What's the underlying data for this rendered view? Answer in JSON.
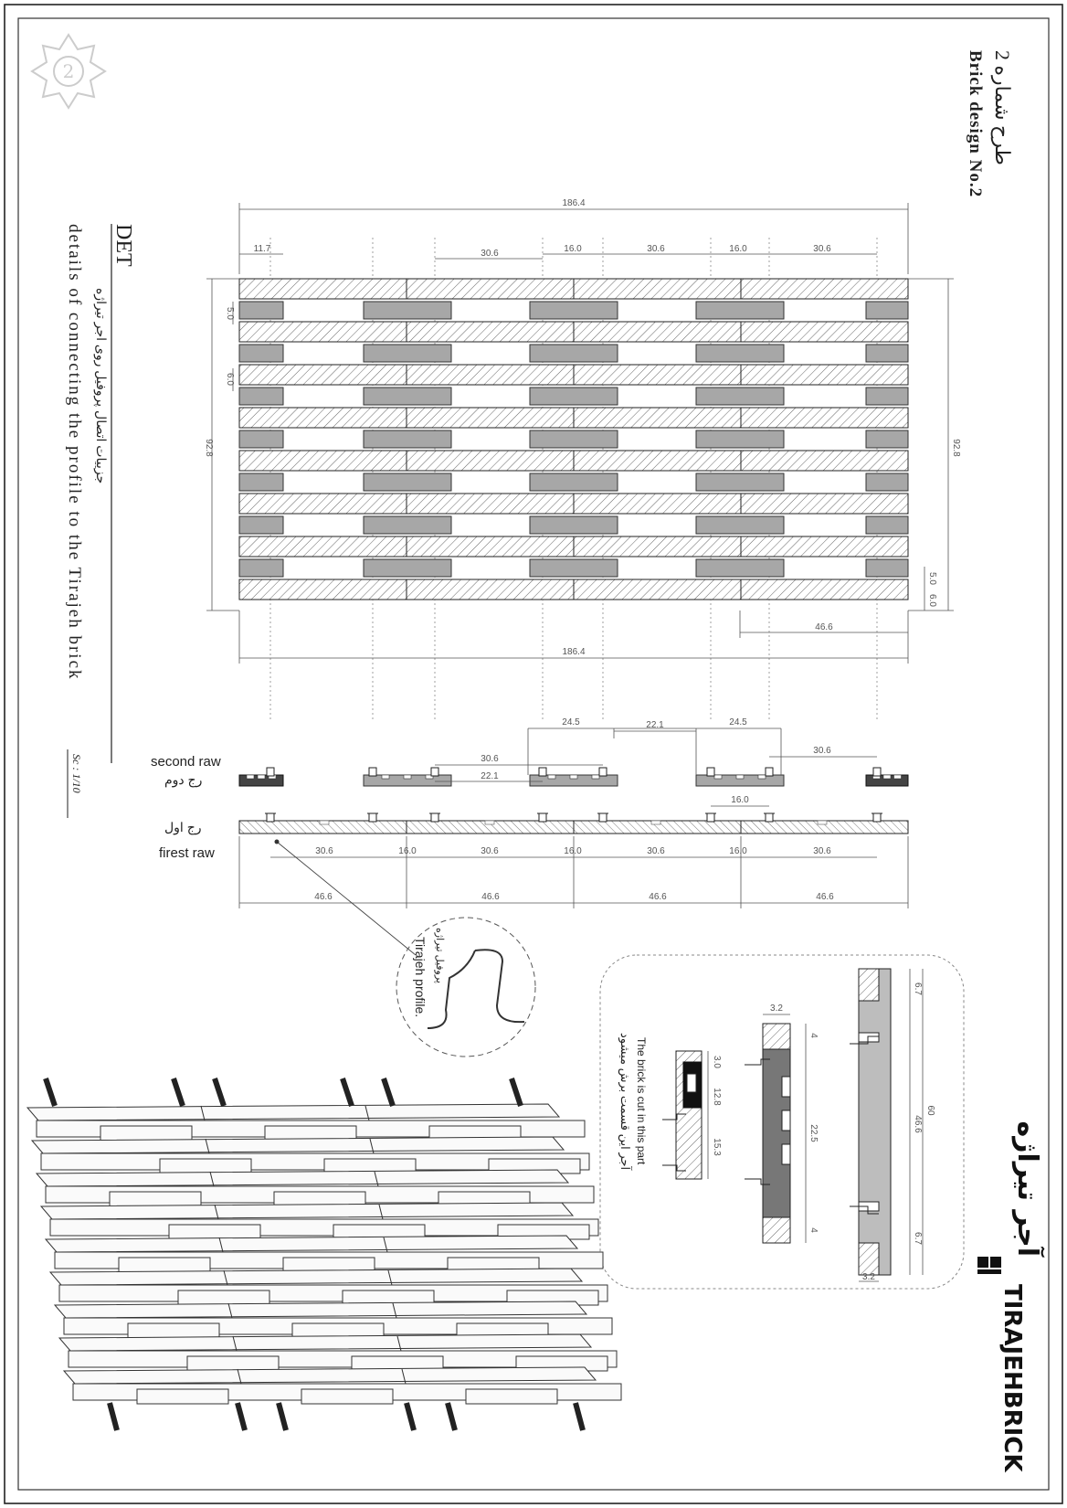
{
  "title": {
    "farsi": "طرح شماره 2",
    "english": "Brick design No.2"
  },
  "side_title": {
    "heading": "DET",
    "farsi": "جزییات اتصال پروفیل روی اجر تیراژه",
    "english": "details of connecting the profile to the Tirajeh brick",
    "scale": "Sc : 1/10"
  },
  "elevation_dims": {
    "total_width": "186.4",
    "left_offset": "11.7",
    "spacing_a": "30.6",
    "spacing_b": "16.0",
    "height": "92.8",
    "course_a": "5.0",
    "course_b": "6.0",
    "half_unit": "46.6"
  },
  "section_dims": {
    "top_gap_a": "24.5",
    "top_gap_b": "22.1",
    "inner_a": "30.6",
    "inner_b": "22.1",
    "mid_b": "16.0",
    "bottom_a": "30.6",
    "bottom_b": "16.0",
    "unit": "46.6"
  },
  "rows": {
    "second_en": "second raw",
    "second_fa": "رج دوم",
    "first_fa": "رج اول",
    "first_en": "firest raw"
  },
  "profile_callout": {
    "fa": "پروفیل تیراژه",
    "en": "Tirajeh profile."
  },
  "detail_box": {
    "cut_en": "The brick is cut in this part",
    "cut_fa": "آجر این قسمت برش میشود",
    "d_60": "60",
    "d_466": "46.6",
    "d_67": "6.7",
    "d_32": "3.2",
    "d_225": "22.5",
    "d_4": "4",
    "d_30": "3.0",
    "d_128": "12.8",
    "d_153": "15.3"
  },
  "brand": {
    "fa": "آجر تیراژه",
    "en": "TIRAJEHBRICK"
  },
  "page_number": "2"
}
